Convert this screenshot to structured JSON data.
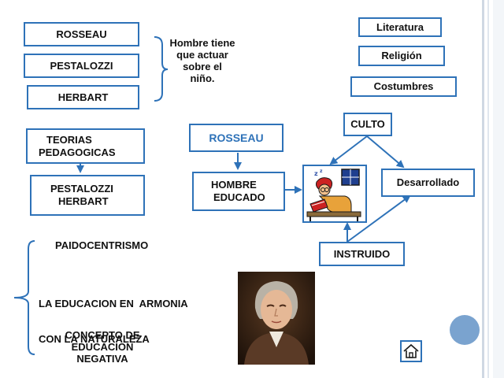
{
  "left_column": {
    "rosseau": "ROSSEAU",
    "pestalozzi": "PESTALOZZI",
    "herbart": "HERBART",
    "brace_note": [
      "Hombre tiene",
      "que actuar",
      "sobre el",
      "niño."
    ],
    "teorias": [
      "TEORIAS",
      "PEDAGOGICAS"
    ],
    "pestalozzi_herbart": [
      "PESTALOZZI",
      "HERBART"
    ]
  },
  "top_right": {
    "literatura": "Literatura",
    "religion": "Religión",
    "costumbres": "Costumbres"
  },
  "middle": {
    "rosseau_title": "ROSSEAU",
    "hombre_educado": [
      "HOMBRE",
      "EDUCADO"
    ],
    "culto": "CULTO",
    "desarrollado": "Desarrollado",
    "instruido": "INSTRUIDO"
  },
  "bottom_left": {
    "paidocentrismo": "PAIDOCENTRISMO",
    "armonia": [
      "LA EDUCACION EN  ARMONIA",
      "CON LA NATURALEZA"
    ],
    "concepto": [
      "CONCEPTO DE",
      "EDUCACION",
      "NEGATIVA"
    ]
  },
  "colors": {
    "box_border": "#2e72b8",
    "rosseau_title_text": "#2e72b8",
    "decor_circle": "#7aa3cf"
  },
  "icons": {
    "home": "home-icon",
    "clipart": "studying-man-clipart",
    "portrait": "rousseau-portrait"
  }
}
